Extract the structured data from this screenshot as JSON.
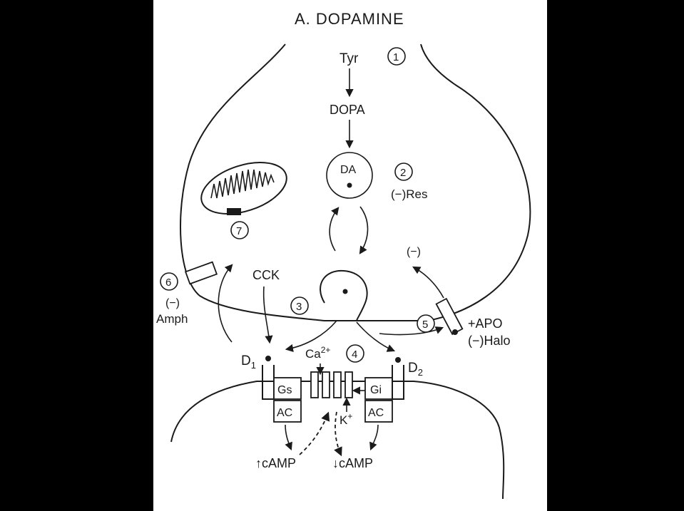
{
  "title": "A.  DOPAMINE",
  "labels": {
    "tyr": "Tyr",
    "dopa": "DOPA",
    "da": "DA",
    "res": "(−)Res",
    "cck": "CCK",
    "minus_left": "(−)",
    "amph": "Amph",
    "minus_right": "(−)",
    "apo": "+APO",
    "halo": "(−)Halo",
    "d1": "D",
    "d1_sub": "1",
    "d2": "D",
    "d2_sub": "2",
    "ca": "Ca",
    "ca_sup": "2+",
    "k": "K",
    "k_sup": "+",
    "gs": "Gs",
    "gi": "Gi",
    "ac_left": "AC",
    "ac_right": "AC",
    "camp_up": "↑cAMP",
    "camp_down": "↓cAMP"
  },
  "steps": [
    "1",
    "2",
    "3",
    "4",
    "5",
    "6",
    "7"
  ],
  "colors": {
    "background": "#000000",
    "panel": "#ffffff",
    "ink": "#1a1a1a"
  }
}
